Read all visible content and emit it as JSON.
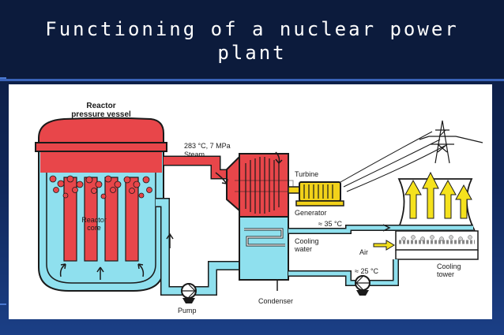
{
  "slide": {
    "title_line1": "Functioning of a nuclear power",
    "title_line2": "plant"
  },
  "diagram": {
    "labels": {
      "reactor_vessel_line1": "Reactor",
      "reactor_vessel_line2": "pressure vessel",
      "reactor_core_line1": "Reactor",
      "reactor_core_line2": "core",
      "steam_conditions": "283 °C, 7 MPa",
      "steam": "Steam",
      "turbine": "Turbine",
      "generator": "Generator",
      "temp_hot": "≈ 35 °C",
      "cooling_water_line1": "Cooling",
      "cooling_water_line2": "water",
      "air": "Air",
      "temp_cold": "≈ 25 °C",
      "cooling_tower_line1": "Cooling",
      "cooling_tower_line2": "tower",
      "pump": "Pump",
      "condenser": "Condenser"
    },
    "colors": {
      "hot_circuit": "#e8464a",
      "cold_circuit": "#8fe0ee",
      "outline": "#1a1a1a",
      "generator": "#f2d21a",
      "tower_steam": "#f5e21d",
      "cooling_spray": "#e6e6e6"
    }
  }
}
